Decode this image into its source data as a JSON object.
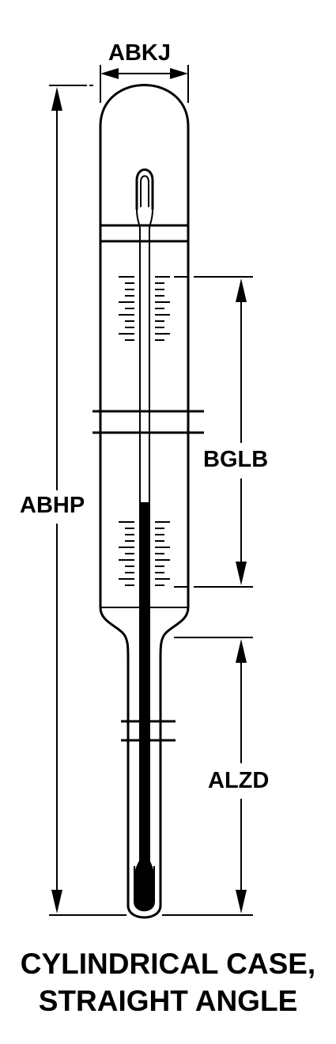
{
  "dimensions": {
    "case_diameter": "ABKJ",
    "overall_length": "ABHP",
    "scale_range": "BGLB",
    "stem_length": "ALZD"
  },
  "caption": {
    "line1": "CYLINDRICAL CASE,",
    "line2": "STRAIGHT ANGLE"
  }
}
